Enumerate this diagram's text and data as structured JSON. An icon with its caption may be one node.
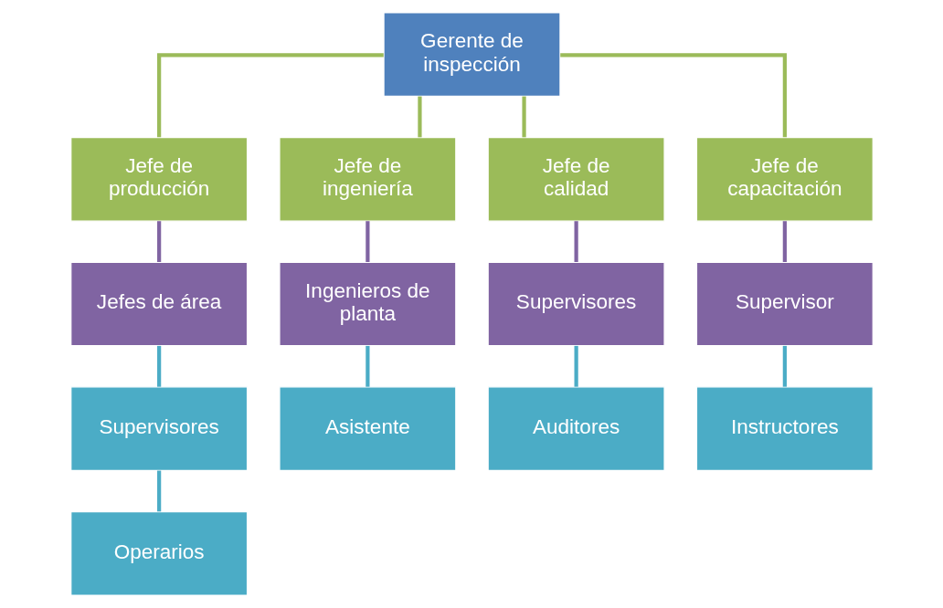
{
  "diagram": {
    "nodes": [
      {
        "text": [
          "Gerente de inspección"
        ]
      },
      {
        "text": [
          "Jefe de producción"
        ]
      },
      {
        "text": [
          "Jefe de ingeniería"
        ]
      },
      {
        "text": [
          "Jefe de calidad"
        ]
      },
      {
        "text": [
          "Jefe de capacitación"
        ]
      },
      {
        "text": [
          "Jefes de área"
        ]
      },
      {
        "text": [
          "Ingenieros de planta"
        ]
      },
      {
        "text": [
          "Supervisores"
        ]
      },
      {
        "text": [
          "Supervisor"
        ]
      },
      {
        "text": [
          "Supervisores"
        ]
      },
      {
        "text": [
          "Asistente"
        ]
      },
      {
        "text": [
          "Auditores"
        ]
      },
      {
        "text": [
          "Instructores"
        ]
      },
      {
        "text": [
          "Operarios"
        ]
      }
    ],
    "edges": [
      {
        "from": 0,
        "to": 1,
        "arrow": "none",
        "color": "#9bbb59"
      },
      {
        "from": 0,
        "to": 2,
        "arrow": "none",
        "color": "#9bbb59"
      },
      {
        "from": 0,
        "to": 3,
        "arrow": "none",
        "color": "#9bbb59"
      },
      {
        "from": 0,
        "to": 4,
        "arrow": "none",
        "color": "#9bbb59"
      },
      {
        "from": 1,
        "to": 5,
        "arrow": "none",
        "color": "#8064a2"
      },
      {
        "from": 2,
        "to": 6,
        "arrow": "none",
        "color": "#8064a2"
      },
      {
        "from": 3,
        "to": 7,
        "arrow": "none",
        "color": "#8064a2"
      },
      {
        "from": 4,
        "to": 8,
        "arrow": "none",
        "color": "#8064a2"
      },
      {
        "from": 5,
        "to": 9,
        "arrow": "none",
        "color": "#4bacc6"
      },
      {
        "from": 6,
        "to": 10,
        "arrow": "none",
        "color": "#4bacc6"
      },
      {
        "from": 7,
        "to": 11,
        "arrow": "none",
        "color": "#4bacc6"
      },
      {
        "from": 8,
        "to": 12,
        "arrow": "none",
        "color": "#4bacc6"
      },
      {
        "from": 9,
        "to": 13,
        "arrow": "none",
        "color": "#4bacc6"
      }
    ]
  }
}
